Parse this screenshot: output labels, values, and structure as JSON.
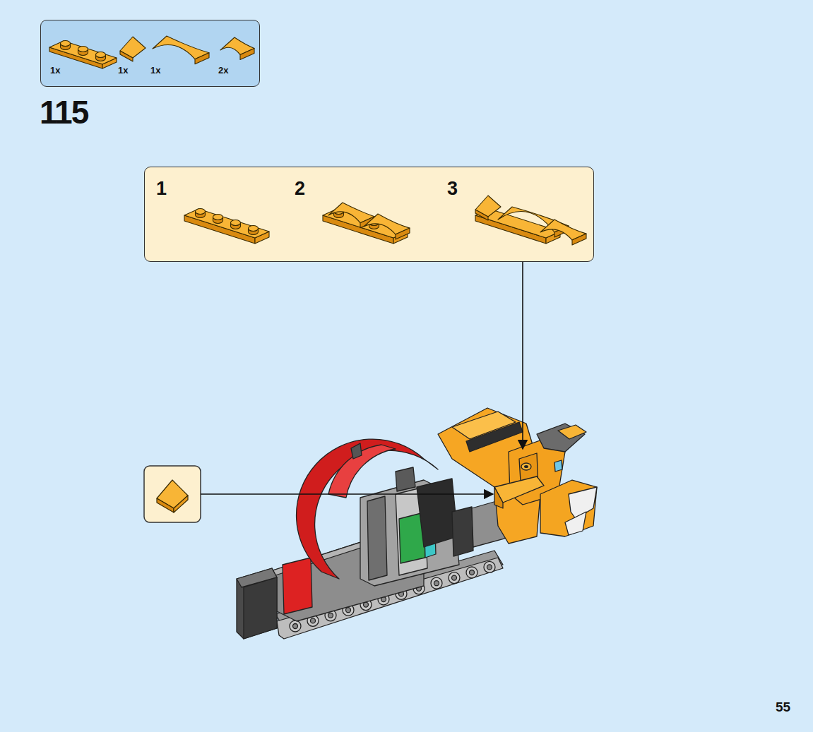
{
  "diagram": {
    "nodes": [
      {
        "text": [
          "1x",
          "1x",
          "1x",
          "2x"
        ]
      },
      {
        "text": [
          "1",
          "2",
          "3"
        ]
      }
    ],
    "labels": [
      "115",
      "55"
    ]
  }
}
